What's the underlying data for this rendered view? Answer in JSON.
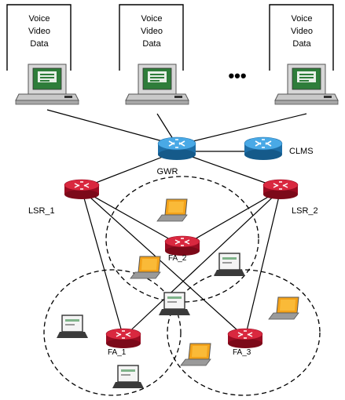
{
  "endpoints": [
    {
      "lines": [
        "Voice",
        "Video",
        "Data"
      ]
    },
    {
      "lines": [
        "Voice",
        "Video",
        "Data"
      ]
    },
    {
      "lines": [
        "Voice",
        "Video",
        "Data"
      ]
    }
  ],
  "ellipsis": "•••",
  "routers": {
    "gwr": "GWR",
    "clms": "CLMS",
    "lsr1": "LSR_1",
    "lsr2": "LSR_2",
    "fa1": "FA_1",
    "fa2": "FA_2",
    "fa3": "FA_3"
  },
  "colors": {
    "core_router": "#2b8fd0",
    "access_router": "#c8102e",
    "monitor_screen": "#2e7d3a",
    "laptop_screen": "#f3a21a"
  }
}
